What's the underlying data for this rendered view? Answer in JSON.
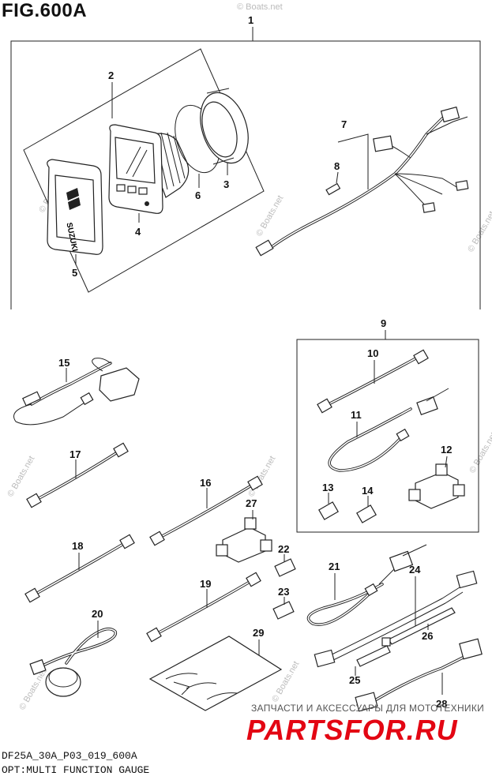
{
  "figure": {
    "title": "FIG.600A",
    "code": "DF25A_30A_P03_019_600A",
    "caption": "OPT:MULTI FUNCTION GAUGE"
  },
  "watermarks": {
    "site": "© Boats.net",
    "shop_sub": "ЗАПЧАСТИ И АКСЕССУАРЫ ДЛЯ МОТОТЕХНИКИ",
    "shop_main": "PARTSFOR.RU"
  },
  "gauge": {
    "brand": "SUZUKI"
  },
  "callouts": [
    "1",
    "2",
    "3",
    "4",
    "5",
    "6",
    "7",
    "8",
    "9",
    "10",
    "11",
    "12",
    "13",
    "14",
    "15",
    "16",
    "17",
    "18",
    "19",
    "20",
    "21",
    "22",
    "23",
    "24",
    "25",
    "26",
    "27",
    "28",
    "29"
  ]
}
